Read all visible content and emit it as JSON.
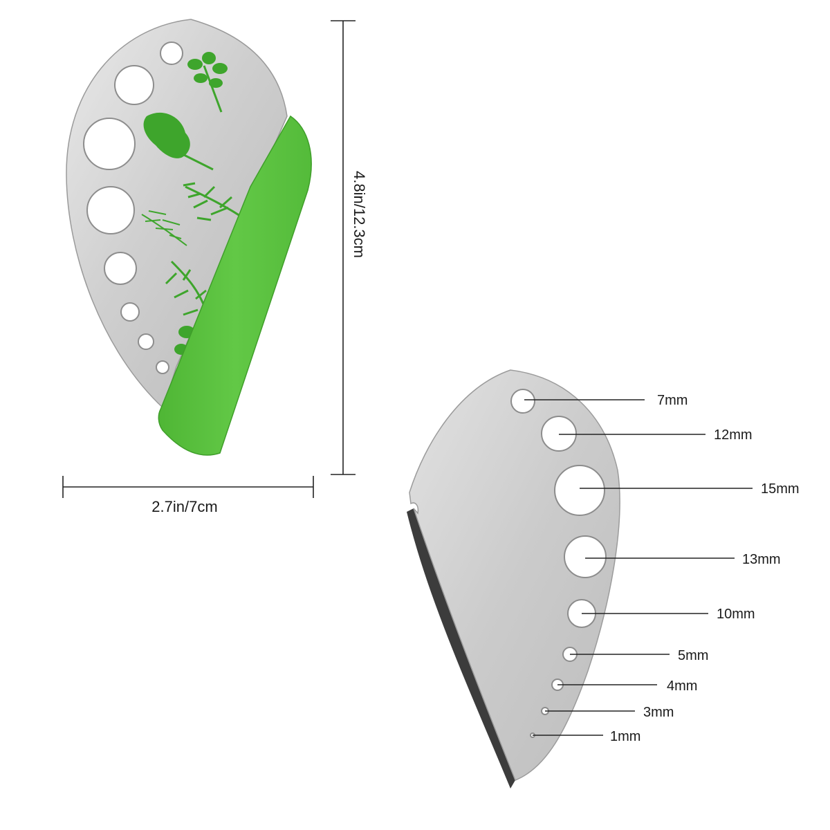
{
  "product": {
    "accent_color": "#5bc63f",
    "herb_print_color": "#3ea52c",
    "steel_color": "#c8c8c8"
  },
  "dimensions": {
    "height_label": "4.8in/12.3cm",
    "width_label": "2.7in/7cm"
  },
  "hole_sizes": [
    {
      "label": "7mm"
    },
    {
      "label": "12mm"
    },
    {
      "label": "15mm"
    },
    {
      "label": "13mm"
    },
    {
      "label": "10mm"
    },
    {
      "label": "5mm"
    },
    {
      "label": "4mm"
    },
    {
      "label": "3mm"
    },
    {
      "label": "1mm"
    }
  ]
}
